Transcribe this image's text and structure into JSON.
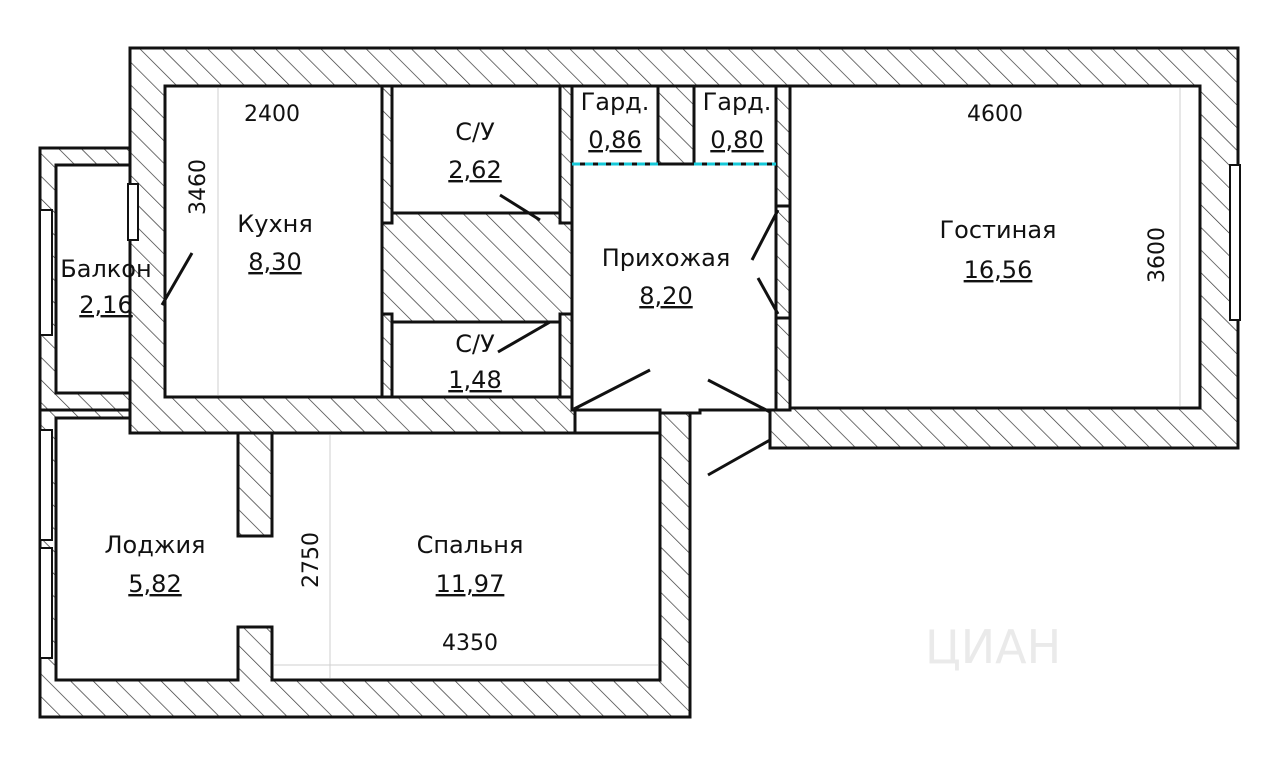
{
  "rooms": {
    "kitchen": {
      "name": "Кухня",
      "area": "8,30"
    },
    "balcony": {
      "name": "Балкон",
      "area": "2,16"
    },
    "bath1": {
      "name": "С/У",
      "area": "2,62"
    },
    "bath2": {
      "name": "С/У",
      "area": "1,48"
    },
    "wardrobe1": {
      "name": "Гард.",
      "area": "0,86"
    },
    "wardrobe2": {
      "name": "Гард.",
      "area": "0,80"
    },
    "hallway": {
      "name": "Прихожая",
      "area": "8,20"
    },
    "living": {
      "name": "Гостиная",
      "area": "16,56"
    },
    "loggia": {
      "name": "Лоджия",
      "area": "5,82"
    },
    "bedroom": {
      "name": "Спальня",
      "area": "11,97"
    }
  },
  "dimensions": {
    "kitchen_width": "2400",
    "kitchen_depth": "3460",
    "living_width": "4600",
    "living_depth": "3600",
    "bedroom_width": "4350",
    "bedroom_depth": "2750"
  },
  "colors": {
    "wall_line": "#111111",
    "hatch": "#333333",
    "partition_dashed": "#16c8d8"
  }
}
